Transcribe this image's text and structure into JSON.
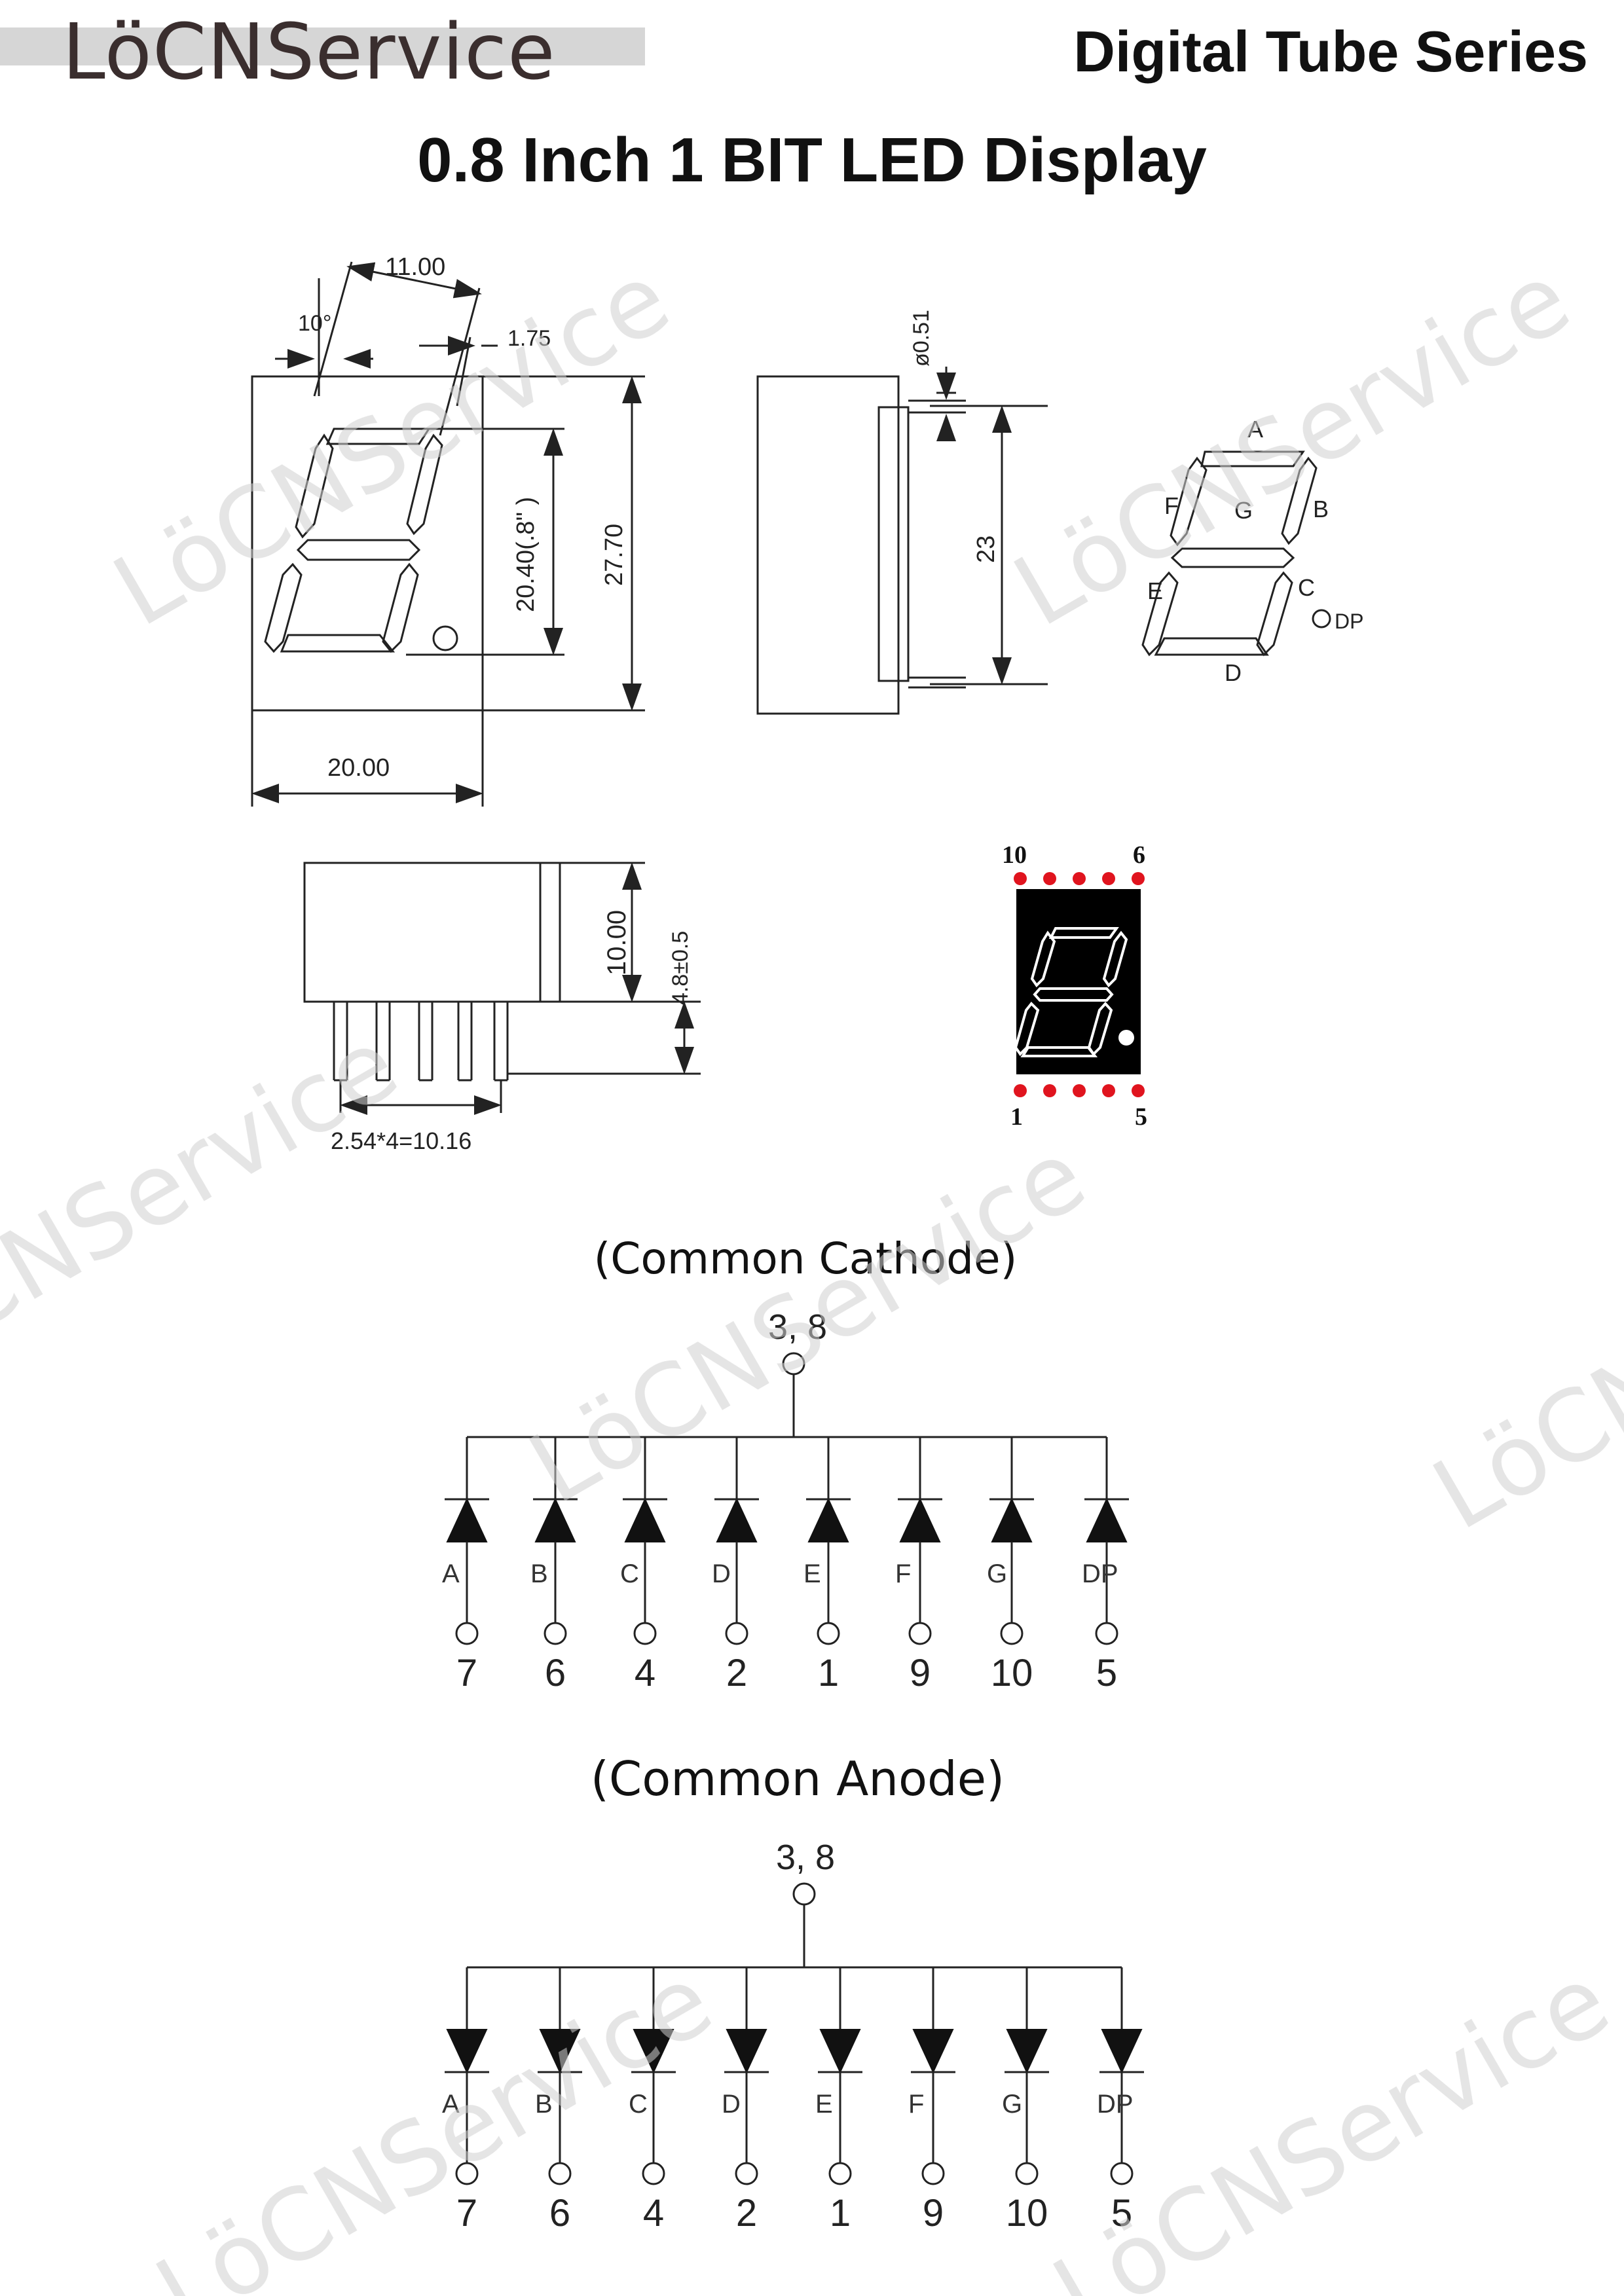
{
  "header": {
    "brand": "LöCNService",
    "series": "Digital Tube Series",
    "title": "0.8 Inch 1 BIT LED Display"
  },
  "front_view": {
    "dim_top": "11.00",
    "dim_angle": "10°",
    "dim_offset": "1.75",
    "dim_digit_height": "20.40(.8\" )",
    "dim_height": "27.70",
    "dim_width": "20.00"
  },
  "side_view": {
    "dim_pin_dia": "ø0.51",
    "dim_pin_span": "23"
  },
  "segment_map": {
    "labels": [
      "A",
      "F",
      "G",
      "B",
      "E",
      "C",
      "DP",
      "D"
    ]
  },
  "bottom_view": {
    "dim_depth": "10.00",
    "dim_pin_len": "4.8±0.5",
    "dim_pitch": "2.54*4=10.16"
  },
  "pinout": {
    "top_left": "10",
    "top_right": "6",
    "bottom_left": "1",
    "bottom_right": "5",
    "dot_color": "#e0141e"
  },
  "common_cathode": {
    "title": "(Common Cathode)",
    "common_pins": "3, 8",
    "segments": [
      "A",
      "B",
      "C",
      "D",
      "E",
      "F",
      "G",
      "DP"
    ],
    "pins": [
      "7",
      "6",
      "4",
      "2",
      "1",
      "9",
      "10",
      "5"
    ]
  },
  "common_anode": {
    "title": "(Common Anode)",
    "common_pins": "3, 8",
    "segments": [
      "A",
      "B",
      "C",
      "D",
      "E",
      "F",
      "G",
      "DP"
    ],
    "pins": [
      "7",
      "6",
      "4",
      "2",
      "1",
      "9",
      "10",
      "5"
    ]
  },
  "watermark": "LöCNService"
}
